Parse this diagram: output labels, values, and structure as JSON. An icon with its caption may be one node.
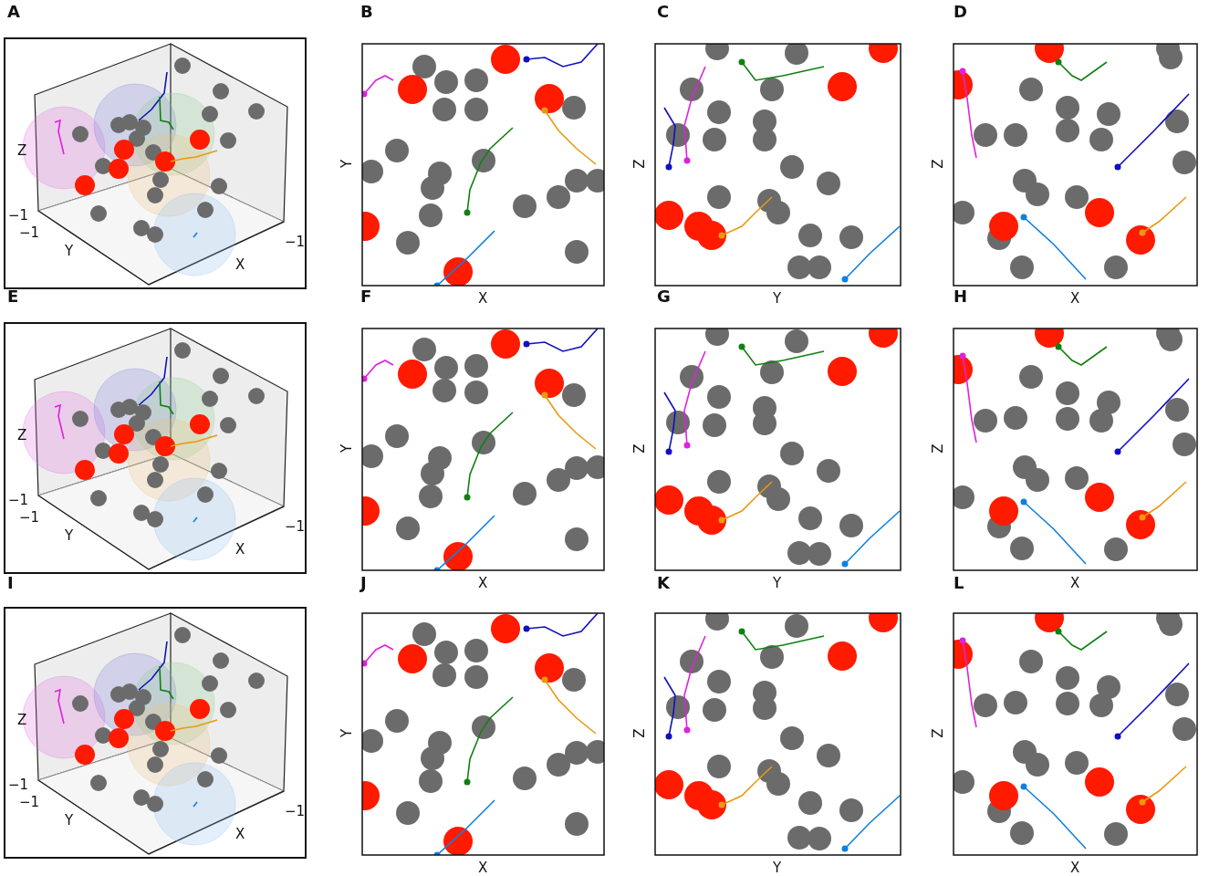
{
  "diagram": {
    "labels": [
      "A",
      "Z",
      "−1",
      "−1",
      "Y",
      "X",
      "−1",
      "B",
      "Y",
      "X",
      "C",
      "Z",
      "Y",
      "D",
      "Z",
      "X",
      "E",
      "Z",
      "−1",
      "−1",
      "Y",
      "X",
      "−1",
      "F",
      "Y",
      "X",
      "G",
      "Z",
      "Y",
      "H",
      "Z",
      "X",
      "I",
      "Z",
      "−1",
      "−1",
      "Y",
      "X",
      "−1",
      "J",
      "Y",
      "X",
      "K",
      "Z",
      "Y",
      "L",
      "Z",
      "X"
    ]
  }
}
